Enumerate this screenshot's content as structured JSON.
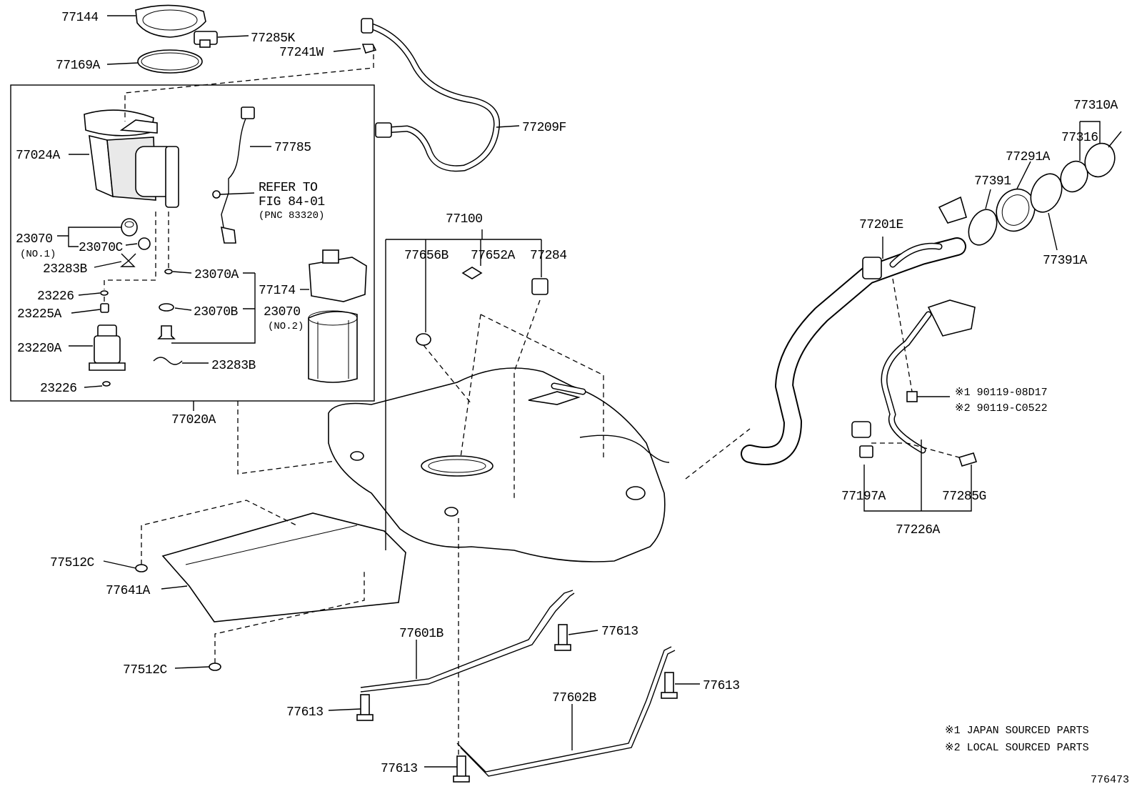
{
  "labels": {
    "p77144": "77144",
    "p77285K": "77285K",
    "p77241W": "77241W",
    "p77169A": "77169A",
    "p77209F": "77209F",
    "p77024A": "77024A",
    "p77785": "77785",
    "refer1": "REFER TO",
    "refer2": "FIG 84-01",
    "refer3": "(PNC 83320)",
    "p23070_1": "23070",
    "no1": "(NO.1)",
    "p23070C": "23070C",
    "p23283B_1": "23283B",
    "p23070A": "23070A",
    "p77174": "77174",
    "p23226_1": "23226",
    "p23225A": "23225A",
    "p23070B": "23070B",
    "p23070_2": "23070",
    "no2": "(NO.2)",
    "p23220A": "23220A",
    "p23283B_2": "23283B",
    "p23226_2": "23226",
    "p77020A": "77020A",
    "p77100": "77100",
    "p77656B": "77656B",
    "p77652A": "77652A",
    "p77284": "77284",
    "p77201E": "77201E",
    "p77310A": "77310A",
    "p77316": "77316",
    "p77291A": "77291A",
    "p77391": "77391",
    "p77391A": "77391A",
    "bolt1": "※1 90119-08D17",
    "bolt2": "※2 90119-C0522",
    "p77197A": "77197A",
    "p77285G": "77285G",
    "p77226A": "77226A",
    "p77512C_1": "77512C",
    "p77641A": "77641A",
    "p77512C_2": "77512C",
    "p77601B": "77601B",
    "p77613_1": "77613",
    "p77613_2": "77613",
    "p77602B": "77602B",
    "p77613_3": "77613",
    "p77613_4": "77613",
    "note1": "※1 JAPAN SOURCED PARTS",
    "note2": "※2 LOCAL SOURCED PARTS",
    "fig_id": "776473"
  }
}
